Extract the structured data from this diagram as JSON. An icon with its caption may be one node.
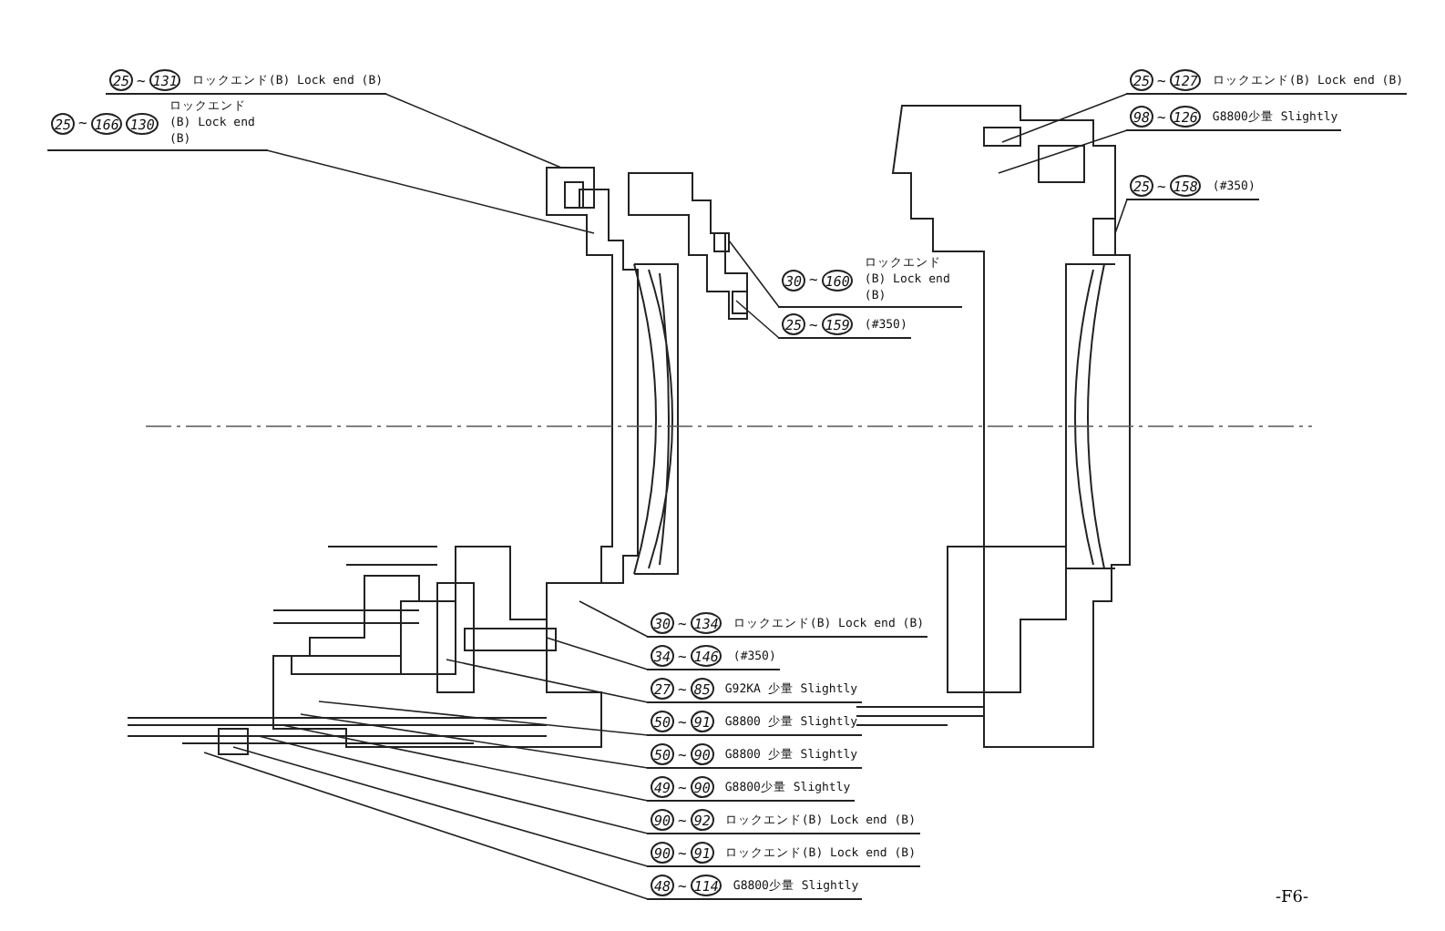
{
  "diagram": {
    "nodes": [
      {
        "text": [
          "25",
          "~",
          "131",
          "ロックエンド(B) Lock end (B)"
        ]
      },
      {
        "text": [
          "25",
          "~",
          "166",
          "130",
          "ロックエンド(B) Lock end (B)"
        ]
      },
      {
        "text": [
          "25",
          "~",
          "127",
          "ロックエンド(B) Lock end (B)"
        ]
      },
      {
        "text": [
          "98",
          "~",
          "126",
          "G8800少量 Slightly"
        ]
      },
      {
        "text": [
          "25",
          "~",
          "158",
          "(#350)"
        ]
      },
      {
        "text": [
          "30",
          "~",
          "160",
          "ロックエンド(B) Lock end (B)"
        ]
      },
      {
        "text": [
          "25",
          "~",
          "159",
          "(#350)"
        ]
      },
      {
        "text": [
          "30",
          "~",
          "134",
          "ロックエンド(B) Lock end (B)"
        ]
      },
      {
        "text": [
          "34",
          "~",
          "146",
          "(#350)"
        ]
      },
      {
        "text": [
          "27",
          "~",
          "85",
          "G92KA 少量 Slightly"
        ]
      },
      {
        "text": [
          "50",
          "~",
          "91",
          "G8800 少量 Slightly"
        ]
      },
      {
        "text": [
          "50",
          "~",
          "90",
          "G8800 少量 Slightly"
        ]
      },
      {
        "text": [
          "49",
          "~",
          "90",
          "G8800少量 Slightly"
        ]
      },
      {
        "text": [
          "90",
          "~",
          "92",
          "ロックエンド(B) Lock end (B)"
        ]
      },
      {
        "text": [
          "90",
          "~",
          "91",
          "ロックエンド(B) Lock end (B)"
        ]
      },
      {
        "text": [
          "48",
          "~",
          "114",
          "G8800少量 Slightly"
        ]
      }
    ],
    "edges": [
      {
        "from": 0,
        "to": null,
        "arrow": "none"
      },
      {
        "from": 1,
        "to": null,
        "arrow": "none"
      },
      {
        "from": 2,
        "to": null,
        "arrow": "none"
      },
      {
        "from": 3,
        "to": null,
        "arrow": "none"
      },
      {
        "from": 4,
        "to": null,
        "arrow": "none"
      },
      {
        "from": 5,
        "to": null,
        "arrow": "none"
      },
      {
        "from": 6,
        "to": null,
        "arrow": "none"
      },
      {
        "from": 7,
        "to": null,
        "arrow": "none"
      },
      {
        "from": 8,
        "to": null,
        "arrow": "none"
      },
      {
        "from": 9,
        "to": null,
        "arrow": "none"
      },
      {
        "from": 10,
        "to": null,
        "arrow": "none"
      },
      {
        "from": 11,
        "to": null,
        "arrow": "none"
      },
      {
        "from": 12,
        "to": null,
        "arrow": "none"
      },
      {
        "from": 13,
        "to": null,
        "arrow": "none"
      },
      {
        "from": 14,
        "to": null,
        "arrow": "none"
      },
      {
        "from": 15,
        "to": null,
        "arrow": "none"
      }
    ],
    "labels": [
      "-F6-"
    ]
  }
}
